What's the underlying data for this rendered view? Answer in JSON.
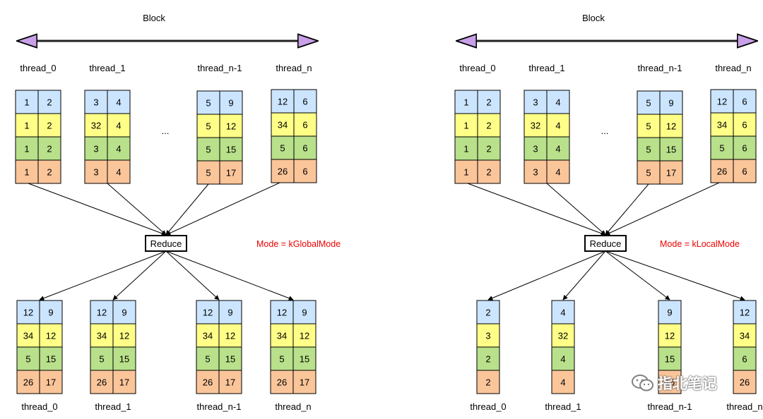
{
  "colors": {
    "blue": "#cce5ff",
    "yellow": "#ffff88",
    "green": "#b9e08a",
    "orange": "#fbc59a",
    "mode_text": "#ee0000",
    "arrow_head": "#c7a0e8"
  },
  "ellipsis": "...",
  "panels": [
    {
      "block_label": "Block",
      "reduce_label": "Reduce",
      "mode_label": "Mode = kGlobalMode",
      "inputs": [
        {
          "label": "thread_0",
          "rows": [
            [
              "1",
              "2"
            ],
            [
              "1",
              "2"
            ],
            [
              "1",
              "2"
            ],
            [
              "1",
              "2"
            ]
          ]
        },
        {
          "label": "thread_1",
          "rows": [
            [
              "3",
              "4"
            ],
            [
              "32",
              "4"
            ],
            [
              "3",
              "4"
            ],
            [
              "3",
              "4"
            ]
          ]
        },
        {
          "label": "thread_n-1",
          "rows": [
            [
              "5",
              "9"
            ],
            [
              "5",
              "12"
            ],
            [
              "5",
              "15"
            ],
            [
              "5",
              "17"
            ]
          ]
        },
        {
          "label": "thread_n",
          "rows": [
            [
              "12",
              "6"
            ],
            [
              "34",
              "6"
            ],
            [
              "5",
              "6"
            ],
            [
              "26",
              "6"
            ]
          ]
        }
      ],
      "outputs": [
        {
          "label": "thread_0",
          "rows": [
            [
              "12",
              "9"
            ],
            [
              "34",
              "12"
            ],
            [
              "5",
              "15"
            ],
            [
              "26",
              "17"
            ]
          ]
        },
        {
          "label": "thread_1",
          "rows": [
            [
              "12",
              "9"
            ],
            [
              "34",
              "12"
            ],
            [
              "5",
              "15"
            ],
            [
              "26",
              "17"
            ]
          ]
        },
        {
          "label": "thread_n-1",
          "rows": [
            [
              "12",
              "9"
            ],
            [
              "34",
              "12"
            ],
            [
              "5",
              "15"
            ],
            [
              "26",
              "17"
            ]
          ]
        },
        {
          "label": "thread_n",
          "rows": [
            [
              "12",
              "9"
            ],
            [
              "34",
              "12"
            ],
            [
              "5",
              "15"
            ],
            [
              "26",
              "17"
            ]
          ]
        }
      ]
    },
    {
      "block_label": "Block",
      "reduce_label": "Reduce",
      "mode_label": "Mode = kLocalMode",
      "inputs": [
        {
          "label": "thread_0",
          "rows": [
            [
              "1",
              "2"
            ],
            [
              "1",
              "2"
            ],
            [
              "1",
              "2"
            ],
            [
              "1",
              "2"
            ]
          ]
        },
        {
          "label": "thread_1",
          "rows": [
            [
              "3",
              "4"
            ],
            [
              "32",
              "4"
            ],
            [
              "3",
              "4"
            ],
            [
              "3",
              "4"
            ]
          ]
        },
        {
          "label": "thread_n-1",
          "rows": [
            [
              "5",
              "9"
            ],
            [
              "5",
              "12"
            ],
            [
              "5",
              "15"
            ],
            [
              "5",
              "17"
            ]
          ]
        },
        {
          "label": "thread_n",
          "rows": [
            [
              "12",
              "6"
            ],
            [
              "34",
              "6"
            ],
            [
              "5",
              "6"
            ],
            [
              "26",
              "6"
            ]
          ]
        }
      ],
      "outputs": [
        {
          "label": "thread_0",
          "rows": [
            [
              "2"
            ],
            [
              "3"
            ],
            [
              "2"
            ],
            [
              "2"
            ]
          ]
        },
        {
          "label": "thread_1",
          "rows": [
            [
              "4"
            ],
            [
              "32"
            ],
            [
              "4"
            ],
            [
              "4"
            ]
          ]
        },
        {
          "label": "thread_n-1",
          "rows": [
            [
              "9"
            ],
            [
              "12"
            ],
            [
              "15"
            ],
            [
              "15"
            ]
          ]
        },
        {
          "label": "thread_n",
          "rows": [
            [
              "12"
            ],
            [
              "34"
            ],
            [
              "6"
            ],
            [
              "26"
            ]
          ]
        }
      ]
    }
  ],
  "watermark": {
    "text": "指北笔记",
    "icon": "wechat-icon"
  }
}
